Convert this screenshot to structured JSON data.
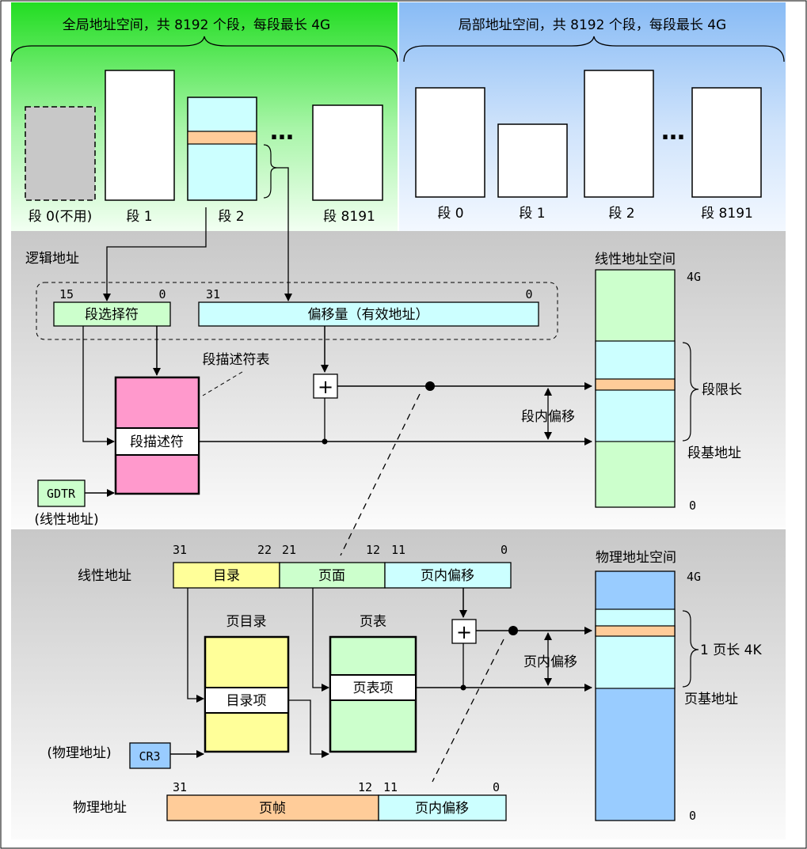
{
  "global_space": {
    "title": "全局地址空间，共 8192 个段，每段最长 4G",
    "seg0": "段 0(不用)",
    "seg1": "段 1",
    "seg2": "段 2",
    "seg8191": "段 8191",
    "ellipsis": "…"
  },
  "local_space": {
    "title": "局部地址空间，共 8192 个段，每段最长 4G",
    "seg0": "段 0",
    "seg1": "段 1",
    "seg2": "段 2",
    "seg8191": "段 8191",
    "ellipsis": "…"
  },
  "segmentation": {
    "logical_address_label": "逻辑地址",
    "selector_hi": "15",
    "selector_lo": "0",
    "selector_label": "段选择符",
    "offset_hi": "31",
    "offset_lo": "0",
    "offset_label": "偏移量（有效地址）",
    "descriptor_table_label": "段描述符表",
    "descriptor_label": "段描述符",
    "gdtr_label": "GDTR",
    "gdtr_note": "(线性地址)",
    "plus": "+",
    "offset_in_segment": "段内偏移",
    "linear_space_title": "线性地址空间",
    "linear_top": "4G",
    "linear_bottom": "0",
    "segment_limit": "段限长",
    "segment_base": "段基地址"
  },
  "paging": {
    "linear_address_label": "线性地址",
    "bit31": "31",
    "bit22": "22",
    "bit21": "21",
    "bit12": "12",
    "bit11": "11",
    "bit0": "0",
    "dir_field": "目录",
    "page_field": "页面",
    "offset_field": "页内偏移",
    "page_directory_title": "页目录",
    "page_table_title": "页表",
    "dir_entry": "目录项",
    "table_entry": "页表项",
    "cr3_label": "CR3",
    "cr3_note": "(物理地址)",
    "plus": "+",
    "offset_in_page": "页内偏移",
    "physical_space_title": "物理地址空间",
    "phys_top": "4G",
    "phys_bottom": "0",
    "page_length": "1 页长 4K",
    "page_base": "页基地址",
    "physical_address_label": "物理地址",
    "pa_bit31": "31",
    "pa_bit12": "12",
    "pa_bit11": "11",
    "pa_bit0": "0",
    "frame_field": "页帧",
    "pa_offset_field": "页内偏移"
  },
  "colors": {
    "green_accent": "#22dd22",
    "blue_accent": "#88bbf5",
    "panel_gray": "#cfcfcf",
    "cyan": "#ccffff",
    "orange": "#ffcc99",
    "light_green": "#ccffcc",
    "pink": "#ff99cc",
    "yellow": "#ffff99",
    "phys_blue": "#99ccff"
  }
}
